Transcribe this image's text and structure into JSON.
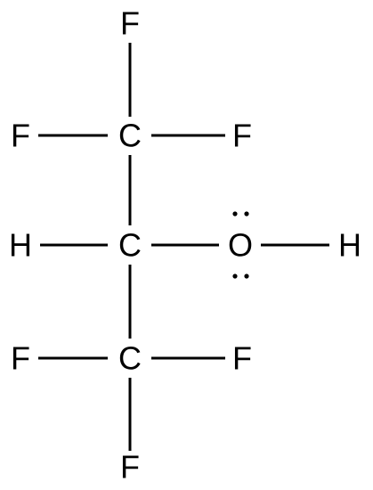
{
  "molecule": {
    "atoms": {
      "f_top": "F",
      "f_upper_left": "F",
      "c_upper": "C",
      "f_upper_right": "F",
      "h_left": "H",
      "c_middle": "C",
      "o_hydroxyl": "O",
      "h_hydroxyl": "H",
      "f_lower_left": "F",
      "c_lower": "C",
      "f_lower_right": "F",
      "f_bottom": "F"
    },
    "colors": {
      "ink": "#000000",
      "background": "#ffffff"
    }
  }
}
